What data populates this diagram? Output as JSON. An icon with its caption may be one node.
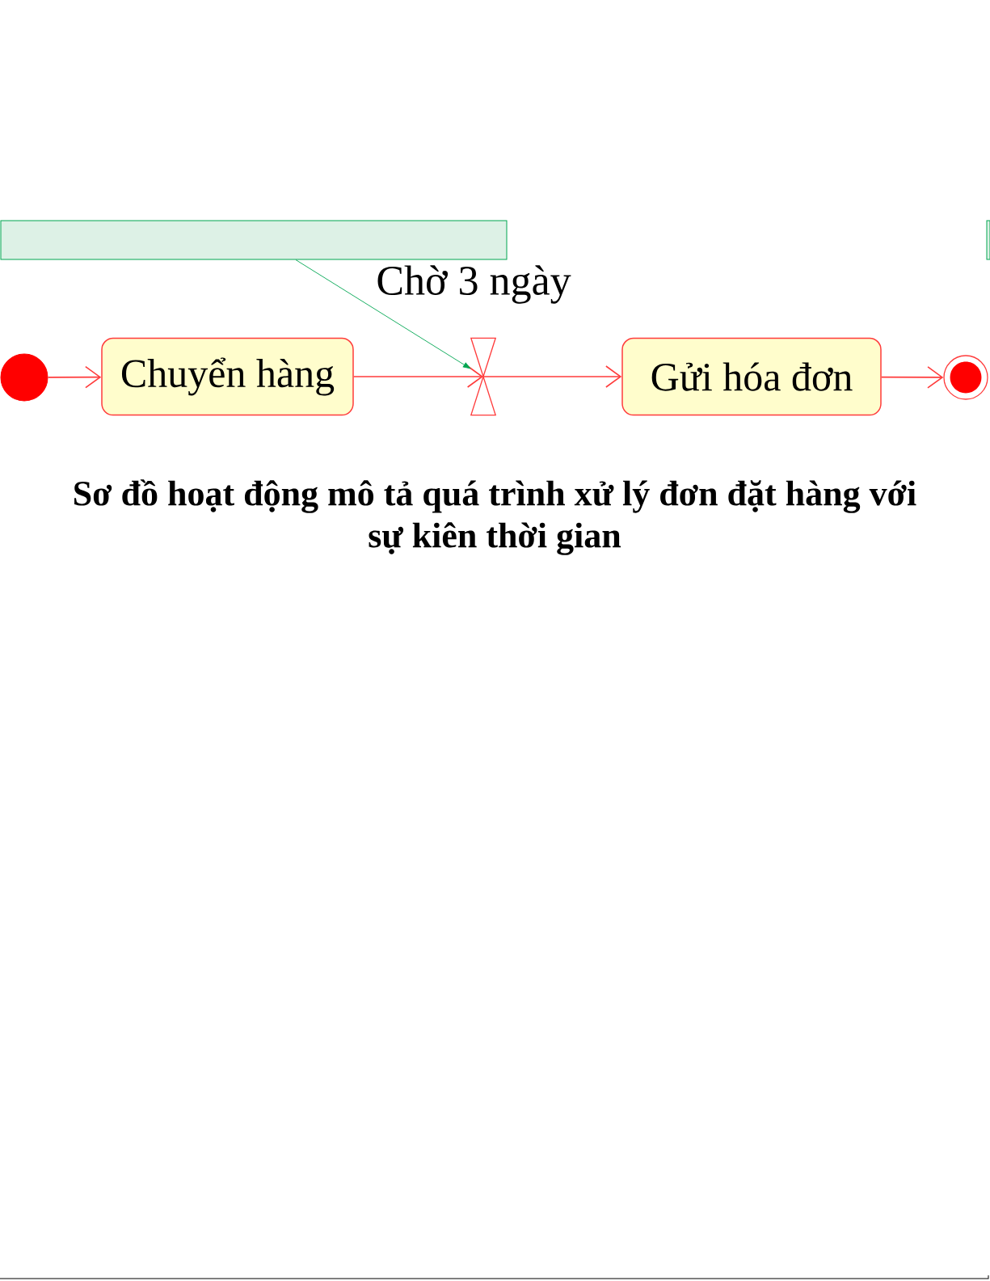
{
  "diagram": {
    "caption": "Sơ đồ hoạt động mô tả quá trình xử lý đơn đặt hàng với sự kiên thời gian",
    "nodes": [
      {
        "text": [],
        "shape": "box"
      },
      {
        "text": [],
        "shape": "box"
      },
      {
        "text": [],
        "shape": "circle"
      },
      {
        "text": [
          "Chuyển hàng"
        ]
      },
      {
        "text": [],
        "shape": "hourglass"
      },
      {
        "text": [
          "Gửi hóa đơn"
        ]
      },
      {
        "text": [],
        "shape": "bullseye"
      }
    ],
    "edges": [
      {
        "from": 2,
        "to": 3,
        "arrow": "to"
      },
      {
        "from": 3,
        "to": 4,
        "arrow": "to"
      },
      {
        "from": 4,
        "to": 5,
        "arrow": "to"
      },
      {
        "from": 5,
        "to": 6,
        "arrow": "to"
      },
      {
        "from": 0,
        "to": 4,
        "arrow": "to",
        "color": "#00a651"
      }
    ],
    "labels": [
      "Chờ 3 ngày"
    ]
  }
}
